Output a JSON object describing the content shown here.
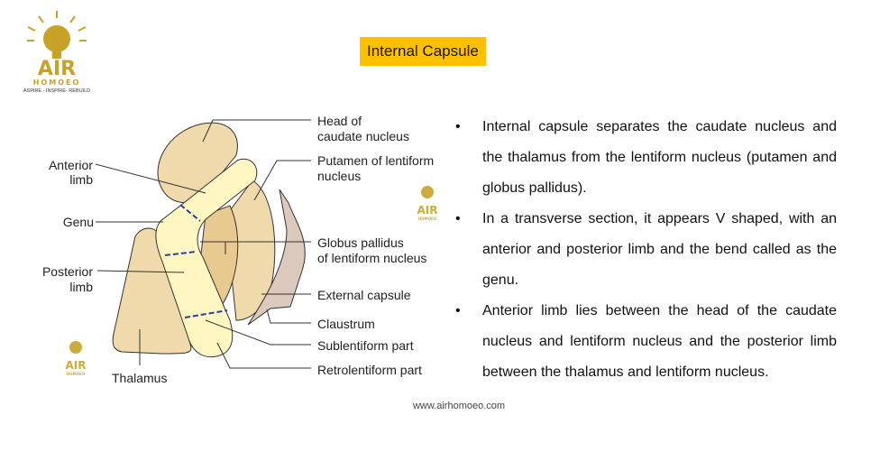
{
  "logo": {
    "brand": "AIR",
    "sub": "HOMOEO",
    "tagline": "ASPIRE - INSPIRE- REBUILD"
  },
  "title": "Internal Capsule",
  "diagram": {
    "labels": {
      "head1": "Head of",
      "head2": "caudate nucleus",
      "put1": "Putamen of lentiform",
      "put2": "nucleus",
      "glob1": "Globus pallidus",
      "glob2": "of lentiform nucleus",
      "ext": "External capsule",
      "claus": "Claustrum",
      "sub": "Sublentiform part",
      "retro": "Retrolentiform part",
      "ant1": "Anterior",
      "ant2": "limb",
      "genu": "Genu",
      "post1": "Posterior",
      "post2": "limb",
      "thal": "Thalamus"
    }
  },
  "bullets": [
    "Internal capsule separates the caudate nucleus and the thalamus from the lentiform nucleus (putamen and globus pallidus).",
    "In a transverse section, it appears V shaped, with an anterior and posterior limb and the bend called as the genu.",
    "Anterior limb lies between the head of the caudate nucleus and lentiform nucleus and the posterior limb between the thalamus and lentiform nucleus."
  ],
  "footer": "www.airhomoeo.com",
  "colors": {
    "accent": "#ffc000",
    "gold": "#c8a227",
    "tan": "#f0d9ab",
    "capsule": "#fff6c2"
  }
}
